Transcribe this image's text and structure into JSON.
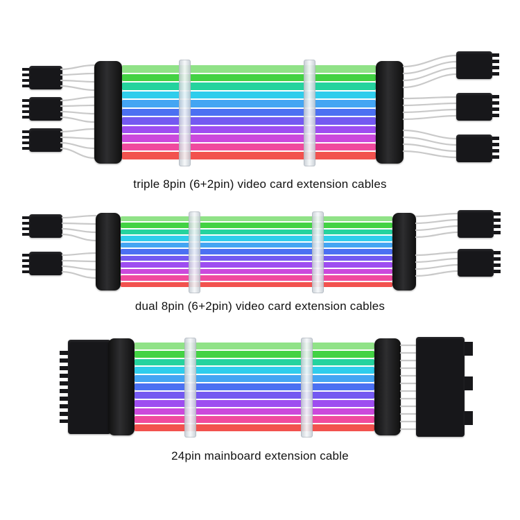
{
  "colors": {
    "background": "#ffffff",
    "connector": "#17171a",
    "comb_dark": "#101010",
    "comb_light": "#2e2e30",
    "wire": "#c9c9c9",
    "clip": "#e3e7ea",
    "caption_text": "#111111"
  },
  "stripe_colors": [
    "#90e287",
    "#43d243",
    "#25d39e",
    "#2fcdec",
    "#44a5f3",
    "#4b70f2",
    "#7459f1",
    "#9e4df0",
    "#cb49dc",
    "#f04a9e",
    "#f2524e"
  ],
  "sections": [
    {
      "caption": "triple 8pin (6+2pin) video card extension cables",
      "connector_type": "8pin (6+2pin)",
      "left_connector_count": 3,
      "right_connector_count": 3,
      "clip_count": 2
    },
    {
      "caption": "dual 8pin (6+2pin) video card extension cables",
      "connector_type": "8pin (6+2pin)",
      "left_connector_count": 2,
      "right_connector_count": 2,
      "clip_count": 2
    },
    {
      "caption": "24pin mainboard extension cable",
      "connector_type": "24pin",
      "left_connector_count": 1,
      "right_connector_count": 1,
      "clip_count": 2
    }
  ]
}
